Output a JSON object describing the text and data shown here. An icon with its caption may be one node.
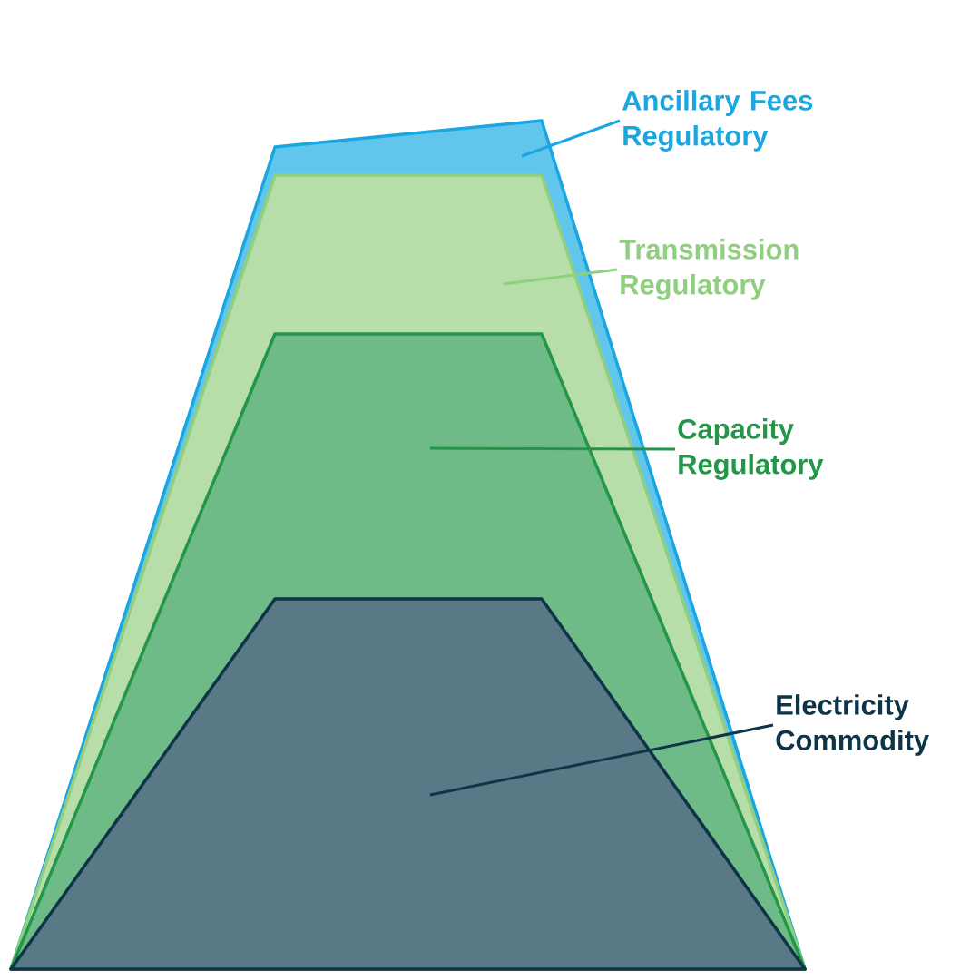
{
  "diagram": {
    "nodes": [
      {
        "text": [],
        "shape": "trapezoid"
      },
      {
        "text": [],
        "shape": "trapezoid",
        "in": 0
      },
      {
        "text": [],
        "shape": "trapezoid",
        "in": 1
      },
      {
        "text": [],
        "shape": "trapezoid",
        "in": 2
      },
      {
        "text": [
          "Ancillary Fees Regulatory"
        ]
      },
      {
        "text": [
          "Transmission Regulatory"
        ]
      },
      {
        "text": [
          "Capacity Regulatory"
        ]
      },
      {
        "text": [
          "Electricity Commodity"
        ]
      }
    ],
    "edges": [
      {
        "from": 4,
        "to": 0,
        "arrow": "none",
        "color": "#1aa6e0"
      },
      {
        "from": 5,
        "to": 1,
        "arrow": "none",
        "color": "#8fcf7f"
      },
      {
        "from": 6,
        "to": 2,
        "arrow": "none",
        "color": "#23964a"
      },
      {
        "from": 7,
        "to": 3,
        "arrow": "none",
        "color": "#0e3448"
      }
    ]
  }
}
